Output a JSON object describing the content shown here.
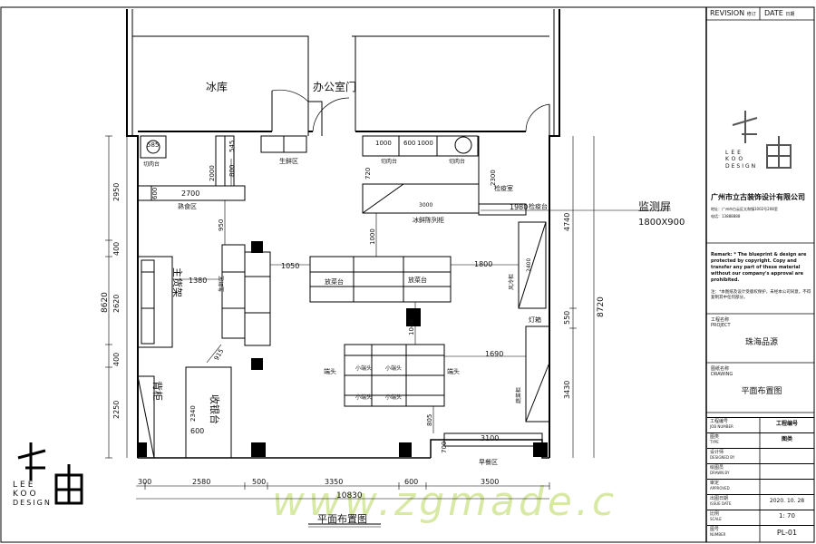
{
  "plan": {
    "title": "平面布置图",
    "rooms": {
      "cold_storage": "冰库",
      "office_door": "办公室门",
      "monitor_screen": "监测屏",
      "monitor_size": "1800X900",
      "cooked_food": "熟食区",
      "fresh_area": "生鲜区",
      "quarantine_room": "检疫室",
      "quarantine_table": "检疫台",
      "cutting_table_left": "切肉台",
      "cutting_table_right1": "切肉台",
      "cutting_table_right2": "切肉台",
      "ice_cabinet": "冰鲜陈列柜",
      "shelf_left": "主货架",
      "shelf_mid": "生鲜区",
      "back_cabinet": "背柜",
      "cashier": "收银台",
      "end_cap": "端头",
      "end_cap_right": "端头",
      "small_end_caps": [
        "小端头",
        "小端头",
        "小端头",
        "小端头"
      ],
      "display_table_a": "放菜台",
      "display_table_b": "放菜台",
      "light_box": "灯箱",
      "breakfast": "早餐区",
      "right_cabinet_top": "风冷柜",
      "right_cabinet_bottom": "蔬菜柜"
    },
    "dims": {
      "d585": "585",
      "d545": "545",
      "d2000": "2000",
      "d800": "800",
      "d600a": "600",
      "d2700": "2700",
      "d950": "950",
      "d1380": "1380",
      "d1050": "1050",
      "d1000a": "1000",
      "d1800": "1800",
      "d1040": "1040",
      "d915": "915",
      "d2340": "2340",
      "d600b": "600",
      "d1690": "1690",
      "d805": "805",
      "d3100": "3100",
      "d700": "700",
      "d720": "720",
      "d2300": "2300",
      "d1000b": "1000",
      "d1000c": "1000",
      "d600c": "600",
      "d1980": "1980",
      "d3000": "3000",
      "d2400": "2400",
      "left_total": "8620",
      "left_a": "2950",
      "left_b": "400",
      "left_c": "2620",
      "left_d": "400",
      "left_e": "2250",
      "right_total": "8720",
      "right_a": "4740",
      "right_b": "550",
      "right_c": "3430",
      "bottom_total": "10830",
      "bottom": [
        "300",
        "2580",
        "500",
        "3350",
        "600",
        "3500"
      ]
    }
  },
  "title_block": {
    "revision": "REVISION",
    "revision_cn": "修订",
    "date": "DATE",
    "date_cn": "日期",
    "brand_line1": "LEE",
    "brand_line2": "KOO",
    "brand_line3": "DESIGN",
    "company": "广州市立古装饰设计有限公司",
    "address": "地址：广州市白云区太和镇1002号208室",
    "phone": "电话：13888888",
    "remark": "Remark: * The blueprint & design are protected by copyright. Copy and transfer any part of these material without our company's approval are prohibited.",
    "remark_cn": "注：*本图纸及设计受版权保护，未经本公司同意，不得复制其中任何部分。",
    "project_label": "工程名称",
    "project_label_en": "PROJECT",
    "project": "珠海品源",
    "drawing_label": "图纸名称",
    "drawing_label_en": "DRAWING",
    "drawing": "平面布置图",
    "job_label": "工程编号",
    "job_label_en": "JOB NUMBER",
    "job": "工程编号",
    "type_label": "图类",
    "type_label_en": "TYPE",
    "type": "图类",
    "designer_label": "设计师",
    "designer_label_en": "DESIGNED BY",
    "drawn_label": "绘图员",
    "drawn_label_en": "DRAWN BY",
    "approved_label": "审定",
    "approved_label_en": "APPROVED",
    "issue_label": "出图日期",
    "issue_label_en": "ISSUE DATE",
    "issue": "2020. 10. 28",
    "scale_label": "比例",
    "scale_label_en": "SCALE",
    "scale": "1: 70",
    "number_label": "图号",
    "number_label_en": "NUMBER",
    "number": "PL-01"
  },
  "logo": {
    "line1": "LEE",
    "line2": "KOO",
    "line3": "DESIGN"
  },
  "watermark": "www.zgmade.c"
}
